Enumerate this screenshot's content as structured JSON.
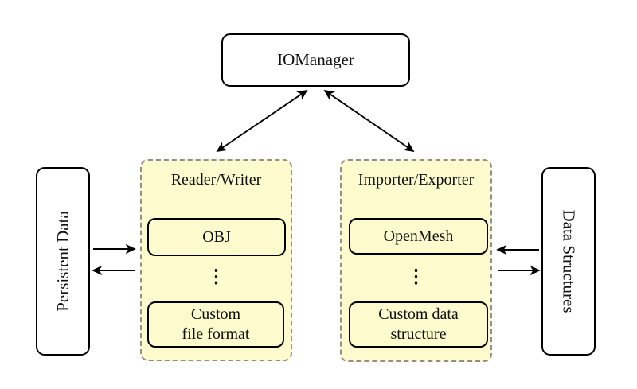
{
  "diagram": {
    "iomanager": {
      "label": "IOManager"
    },
    "persistent_data": {
      "label": "Persistent Data"
    },
    "data_structures": {
      "label": "Data Structures"
    },
    "reader_writer": {
      "title": "Reader/Writer",
      "items": [
        {
          "label": "OBJ"
        },
        {
          "label": "Custom\nfile format"
        }
      ],
      "ellipsis": "⋮"
    },
    "importer_exporter": {
      "title": "Importer/Exporter",
      "items": [
        {
          "label": "OpenMesh"
        },
        {
          "label": "Custom data\nstructure"
        }
      ],
      "ellipsis": "⋮"
    },
    "colors": {
      "group_fill": "#FDFACD",
      "group_border": "#8F8F8F",
      "node_border": "#000000",
      "node_fill": "#FFFFFF",
      "arrow": "#000000"
    }
  }
}
